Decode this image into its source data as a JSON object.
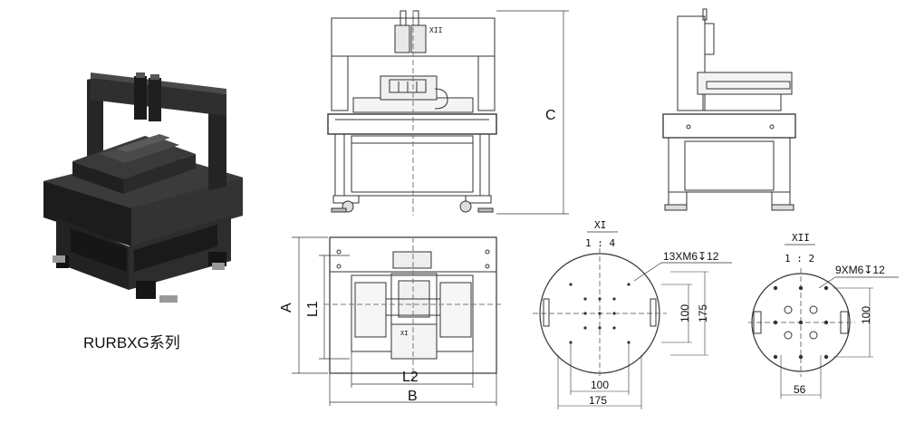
{
  "product": {
    "series_label": "RURBXG系列"
  },
  "front_view": {
    "dimension_c": "C",
    "detail_tag": "XII"
  },
  "top_view": {
    "dimension_a": "A",
    "dimension_l1": "L1",
    "dimension_l2": "L2",
    "dimension_b": "B",
    "detail_tag": "XI"
  },
  "detail_xi": {
    "name": "XI",
    "scale": "1 : 4",
    "hole_callout": "13XM6↧12",
    "dim_inner_h": "100",
    "dim_outer_h": "175",
    "dim_inner_w": "100",
    "dim_outer_w": "175"
  },
  "detail_xii": {
    "name": "XII",
    "scale": "1 : 2",
    "hole_callout": "9XM6↧12",
    "dim_h": "100",
    "dim_w": "56"
  }
}
